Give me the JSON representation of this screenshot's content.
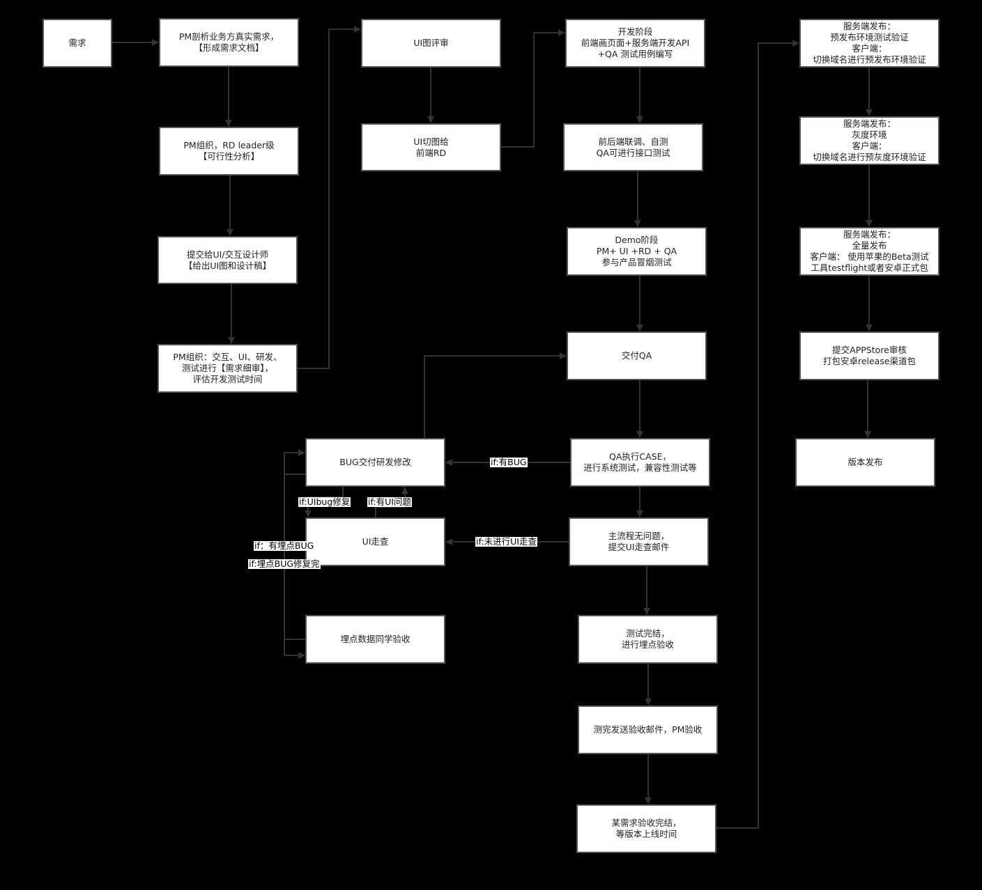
{
  "nodes": {
    "n01": "需求",
    "n02": "PM剖析业务方真实需求，\n【形成需求文档】",
    "n03": "PM组织，RD leader级\n【可行性分析】",
    "n04": "提交给UI/交互设计师\n【给出UI图和设计稿】",
    "n05": "PM组织：交互、UI、研发、\n测试进行【需求细审】，\n评估开发测试时间",
    "n06": "UI图评审",
    "n07": "UI切图给\n前端RD",
    "n08": "开发阶段\n前端画页面+服务端开发API\n+QA 测试用例编写",
    "n09": "前后端联调、自测\nQA可进行接口测试",
    "n10": "Demo阶段\nPM+ UI +RD + QA\n参与产品冒烟测试",
    "n11": "交付QA",
    "n12": "QA执行CASE，\n进行系统测试，兼容性测试等",
    "n13": "主流程无问题，\n提交UI走查邮件",
    "n14": "测试完结，\n进行埋点验收",
    "n15": "测完发送验收邮件，PM验收",
    "n16": "某需求验收完结，\n等版本上线时间",
    "n17": "BUG交付研发修改",
    "n18": "UI走查",
    "n19": "埋点数据同学验收",
    "n20": "服务端发布：\n预发布环境测试验证\n客户端：\n切换域名进行预发布环境验证",
    "n21": "服务端发布：\n灰度环境\n客户端：\n切换域名进行预灰度环境验证",
    "n22": "服务端发布：\n全量发布\n客户端： 使用苹果的Beta测试\n工具testflight或者安卓正式包",
    "n23": "提交APPStore审核\n打包安卓release渠道包",
    "n24": "版本发布"
  },
  "edge_labels": {
    "has_bug": "if:有BUG",
    "ui_not_checked": "if:未进行UI走查",
    "uibug_fixed": "if:UIbug修复",
    "has_ui_issue": "if:有UI问题",
    "tracking_bug": "if：有埋点BUG",
    "tracking_bug_fixed": "if:埋点BUG修复完"
  },
  "colors": {
    "background": "#000000",
    "box_fill": "#ffffff",
    "box_border": "#555555",
    "edge": "#333333"
  }
}
